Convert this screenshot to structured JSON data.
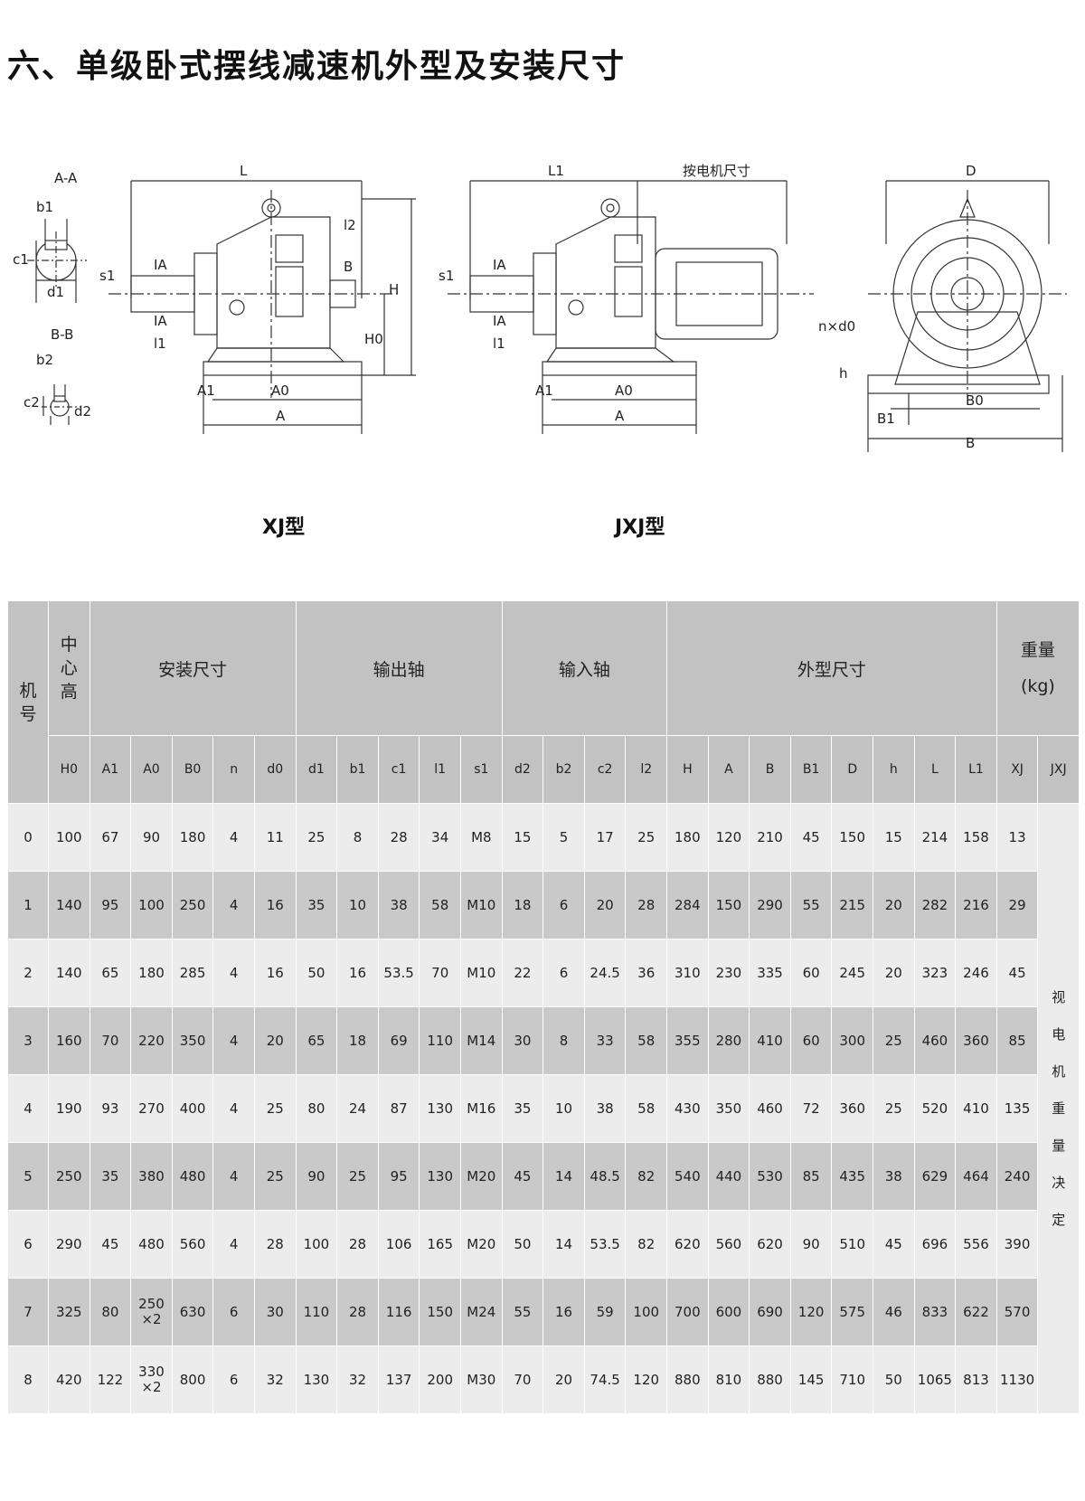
{
  "title": "六、单级卧式摆线减速机外型及安装尺寸",
  "drawings": {
    "section_aa": "A-A",
    "section_bb": "B-B",
    "xj_dims": {
      "L": "L",
      "l2": "l2",
      "s1": "s1",
      "l1": "l1",
      "H": "H",
      "H0": "H0",
      "A1": "A1",
      "A0": "A0",
      "A": "A",
      "IA": "IA",
      "B": "B",
      "b1": "b1",
      "c1": "c1",
      "d1": "d1",
      "b2": "b2",
      "c2": "c2",
      "d2": "d2"
    },
    "jxj_dims": {
      "L1": "L1",
      "motor": "按电机尺寸",
      "s1": "s1",
      "l1": "l1",
      "A1": "A1",
      "A0": "A0",
      "A": "A",
      "IA": "IA"
    },
    "end_dims": {
      "D": "D",
      "nd0": "n×d0",
      "h": "h",
      "B0": "B0",
      "B1": "B1",
      "B": "B"
    }
  },
  "captions": {
    "xj": "XJ型",
    "jxj": "JXJ型"
  },
  "table": {
    "groups": {
      "model": "机号",
      "center": "中心高",
      "install": "安装尺寸",
      "output": "输出轴",
      "input": "输入轴",
      "outline": "外型尺寸",
      "weight": "重量\n(kg)"
    },
    "columns": [
      "H0",
      "A1",
      "A0",
      "B0",
      "n",
      "d0",
      "d1",
      "b1",
      "c1",
      "l1",
      "s1",
      "d2",
      "b2",
      "c2",
      "l2",
      "H",
      "A",
      "B",
      "B1",
      "D",
      "h",
      "L",
      "L1",
      "XJ",
      "JXJ"
    ],
    "rows": [
      {
        "id": "0",
        "values": [
          "100",
          "67",
          "90",
          "180",
          "4",
          "11",
          "25",
          "8",
          "28",
          "34",
          "M8",
          "15",
          "5",
          "17",
          "25",
          "180",
          "120",
          "210",
          "45",
          "150",
          "15",
          "214",
          "158",
          "13"
        ]
      },
      {
        "id": "1",
        "values": [
          "140",
          "95",
          "100",
          "250",
          "4",
          "16",
          "35",
          "10",
          "38",
          "58",
          "M10",
          "18",
          "6",
          "20",
          "28",
          "284",
          "150",
          "290",
          "55",
          "215",
          "20",
          "282",
          "216",
          "29"
        ]
      },
      {
        "id": "2",
        "values": [
          "140",
          "65",
          "180",
          "285",
          "4",
          "16",
          "50",
          "16",
          "53.5",
          "70",
          "M10",
          "22",
          "6",
          "24.5",
          "36",
          "310",
          "230",
          "335",
          "60",
          "245",
          "20",
          "323",
          "246",
          "45"
        ]
      },
      {
        "id": "3",
        "values": [
          "160",
          "70",
          "220",
          "350",
          "4",
          "20",
          "65",
          "18",
          "69",
          "110",
          "M14",
          "30",
          "8",
          "33",
          "58",
          "355",
          "280",
          "410",
          "60",
          "300",
          "25",
          "460",
          "360",
          "85"
        ]
      },
      {
        "id": "4",
        "values": [
          "190",
          "93",
          "270",
          "400",
          "4",
          "25",
          "80",
          "24",
          "87",
          "130",
          "M16",
          "35",
          "10",
          "38",
          "58",
          "430",
          "350",
          "460",
          "72",
          "360",
          "25",
          "520",
          "410",
          "135"
        ]
      },
      {
        "id": "5",
        "values": [
          "250",
          "35",
          "380",
          "480",
          "4",
          "25",
          "90",
          "25",
          "95",
          "130",
          "M20",
          "45",
          "14",
          "48.5",
          "82",
          "540",
          "440",
          "530",
          "85",
          "435",
          "38",
          "629",
          "464",
          "240"
        ]
      },
      {
        "id": "6",
        "values": [
          "290",
          "45",
          "480",
          "560",
          "4",
          "28",
          "100",
          "28",
          "106",
          "165",
          "M20",
          "50",
          "14",
          "53.5",
          "82",
          "620",
          "560",
          "620",
          "90",
          "510",
          "45",
          "696",
          "556",
          "390"
        ]
      },
      {
        "id": "7",
        "values": [
          "325",
          "80",
          "250\n×2",
          "630",
          "6",
          "30",
          "110",
          "28",
          "116",
          "150",
          "M24",
          "55",
          "16",
          "59",
          "100",
          "700",
          "600",
          "690",
          "120",
          "575",
          "46",
          "833",
          "622",
          "570"
        ]
      },
      {
        "id": "8",
        "values": [
          "420",
          "122",
          "330\n×2",
          "800",
          "6",
          "32",
          "130",
          "32",
          "137",
          "200",
          "M30",
          "70",
          "20",
          "74.5",
          "120",
          "880",
          "810",
          "880",
          "145",
          "710",
          "50",
          "1065",
          "813",
          "1130"
        ]
      }
    ],
    "jxj_note": "视电机重量决定"
  }
}
